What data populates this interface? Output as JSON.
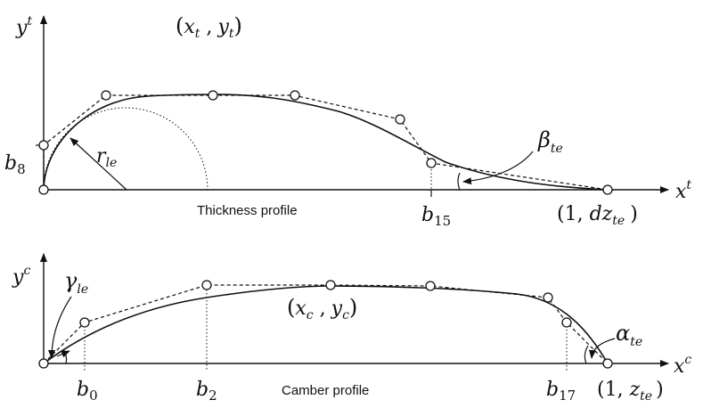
{
  "top": {
    "axis_y_base": "y",
    "axis_y_sup": "t",
    "axis_x_base": "x",
    "axis_x_sup": "t",
    "point_open": "(",
    "point_x": "x",
    "point_x_sub": "t",
    "point_comma": " ,",
    "point_y": "y",
    "point_y_sub": "t",
    "point_close": ")",
    "b8_base": "b",
    "b8_sub": "8",
    "rle_base": "r",
    "rle_sub": "le",
    "beta_base": "β",
    "beta_sub": "te",
    "b15_base": "b",
    "b15_sub": "15",
    "end_open": "(1, ",
    "end_dz": "dz",
    "end_sub": "te",
    "end_close": ")",
    "caption": "Thickness profile"
  },
  "bottom": {
    "axis_y_base": "y",
    "axis_y_sup": "c",
    "axis_x_base": "x",
    "axis_x_sup": "c",
    "gamma_base": "γ",
    "gamma_sub": "le",
    "point_open": "(",
    "point_x": "x",
    "point_x_sub": "c",
    "point_comma": " ,",
    "point_y": "y",
    "point_y_sub": "c",
    "point_close": ")",
    "alpha_base": "α",
    "alpha_sub": "te",
    "b0_base": "b",
    "b0_sub": "0",
    "b2_base": "b",
    "b2_sub": "2",
    "b17_base": "b",
    "b17_sub": "17",
    "end_open": "(1, ",
    "end_z": "z",
    "end_sub": "te",
    "end_close": ")",
    "caption": "Camber profile"
  },
  "colors": {
    "ink": "#111111",
    "background": "#ffffff"
  }
}
